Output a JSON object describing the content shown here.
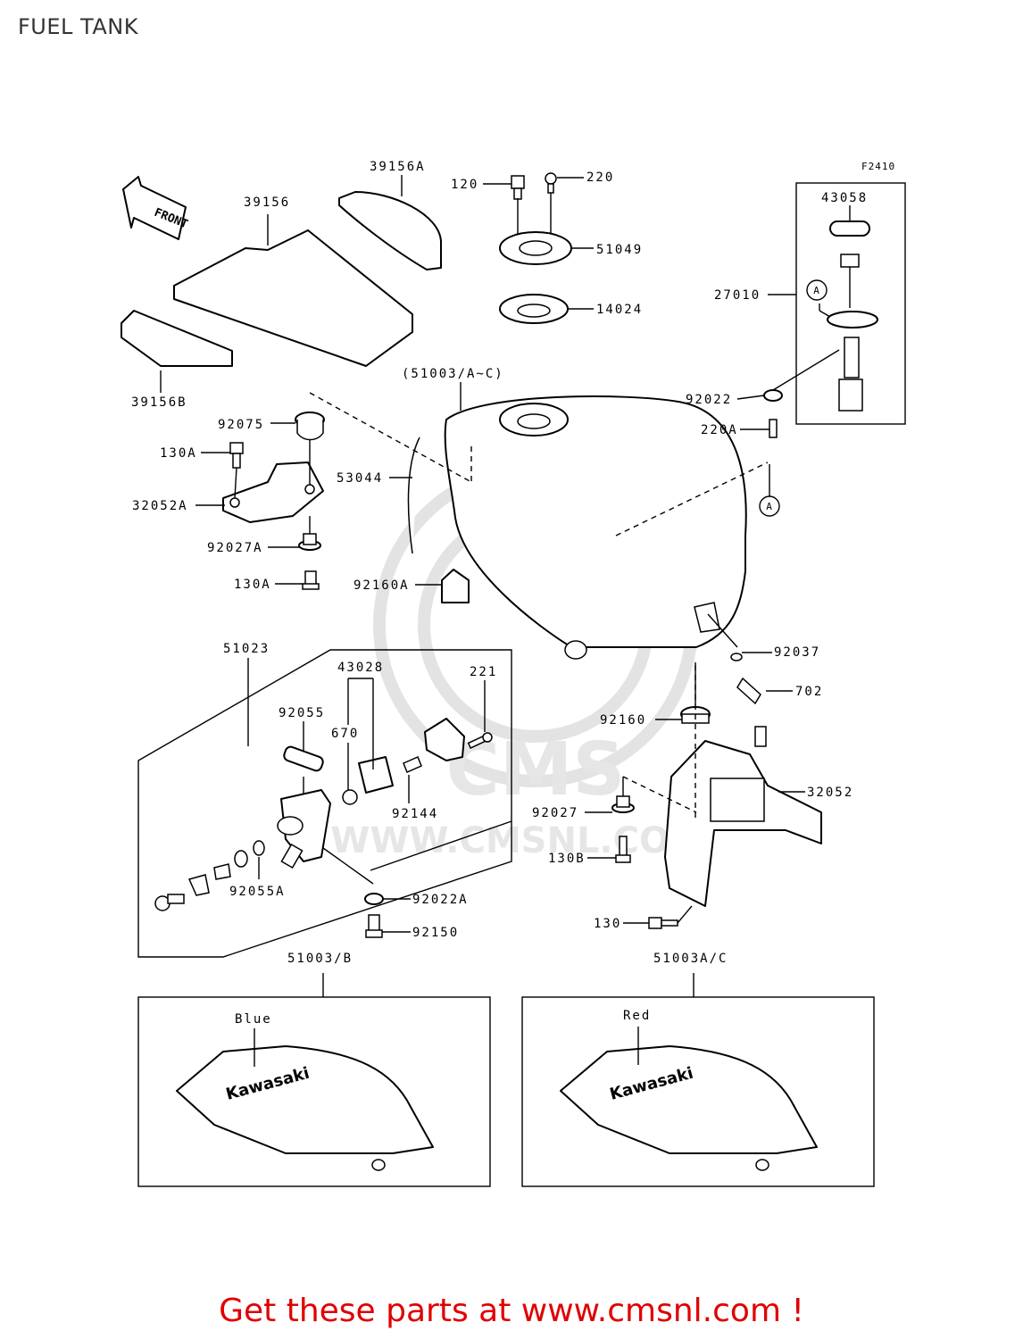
{
  "title": "FUEL TANK",
  "diagram_code": "F2410",
  "front_label": "FRONT",
  "promo_text": "Get these parts at www.cmsnl.com !",
  "watermark": {
    "logo": "CMS",
    "url": "WWW.CMSNL.COM"
  },
  "callouts": {
    "p39156A": "39156A",
    "p39156": "39156",
    "p39156B": "39156B",
    "p120": "120",
    "p220": "220",
    "p51049": "51049",
    "p14024": "14024",
    "p43058": "43058",
    "p27010": "27010",
    "calloutA1": "A",
    "calloutA2": "A",
    "p51003AC_group": "(51003/A~C)",
    "p92022": "92022",
    "p220A": "220A",
    "p92075": "92075",
    "p130A_top": "130A",
    "p53044": "53044",
    "p32052A": "32052A",
    "p92027A": "92027A",
    "p130A_bot": "130A",
    "p92160A": "92160A",
    "p51023": "51023",
    "p43028": "43028",
    "p221": "221",
    "p92037": "92037",
    "p92055": "92055",
    "p670": "670",
    "p702": "702",
    "p92160": "92160",
    "p32052": "32052",
    "p92144": "92144",
    "p92027": "92027",
    "p130B": "130B",
    "p92055A": "92055A",
    "p92022A": "92022A",
    "p92150": "92150",
    "p130": "130",
    "p51003B": "51003/B",
    "p51003AC": "51003A/C"
  },
  "variants": [
    {
      "color_label": "Blue",
      "brand": "Kawasaki"
    },
    {
      "color_label": "Red",
      "brand": "Kawasaki"
    }
  ]
}
